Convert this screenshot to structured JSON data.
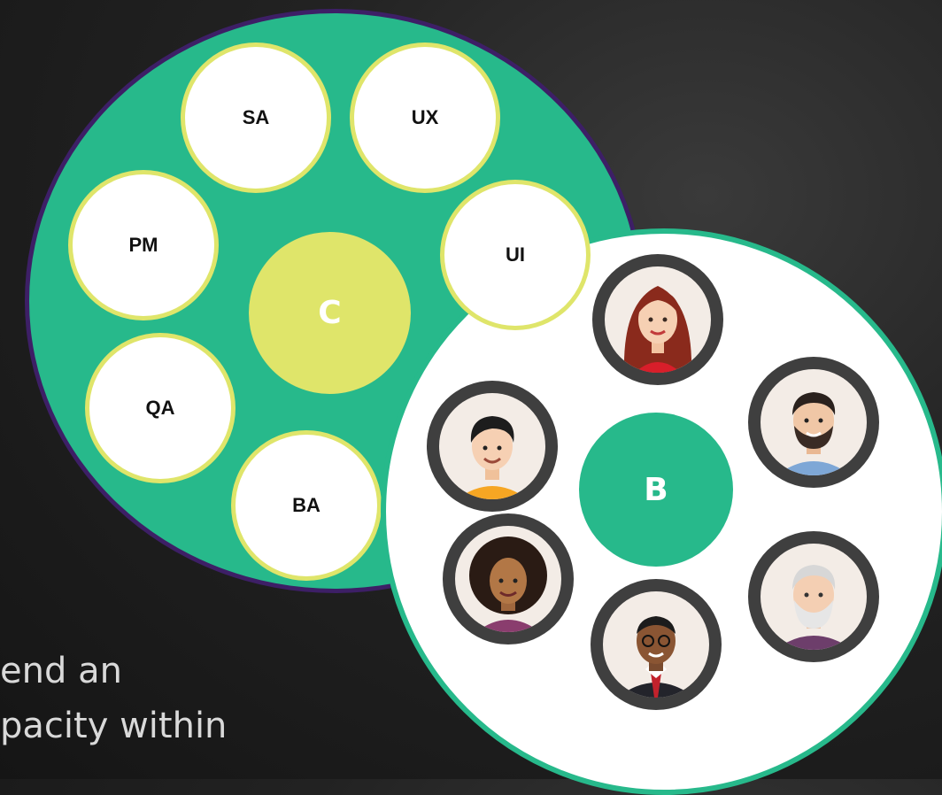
{
  "background_text": {
    "line1": "end an",
    "line2": "pacity within"
  },
  "left_circle": {
    "hub_label": "C",
    "roles": [
      {
        "label": "SA"
      },
      {
        "label": "UX"
      },
      {
        "label": "PM"
      },
      {
        "label": "UI"
      },
      {
        "label": "QA"
      },
      {
        "label": "BA"
      }
    ]
  },
  "right_circle": {
    "hub_label": "B",
    "avatars": [
      {
        "icon": "woman-red-hair-avatar-icon"
      },
      {
        "icon": "man-black-hair-yellow-shirt-avatar-icon"
      },
      {
        "icon": "man-beard-blue-shirt-avatar-icon"
      },
      {
        "icon": "woman-curly-hair-avatar-icon"
      },
      {
        "icon": "man-gray-beard-avatar-icon"
      },
      {
        "icon": "man-glasses-suit-avatar-icon"
      }
    ]
  },
  "colors": {
    "green": "#27b98b",
    "yellow": "#dfe56a",
    "purple_border": "#3d1f66",
    "avatar_ring": "#3f3f3f"
  }
}
